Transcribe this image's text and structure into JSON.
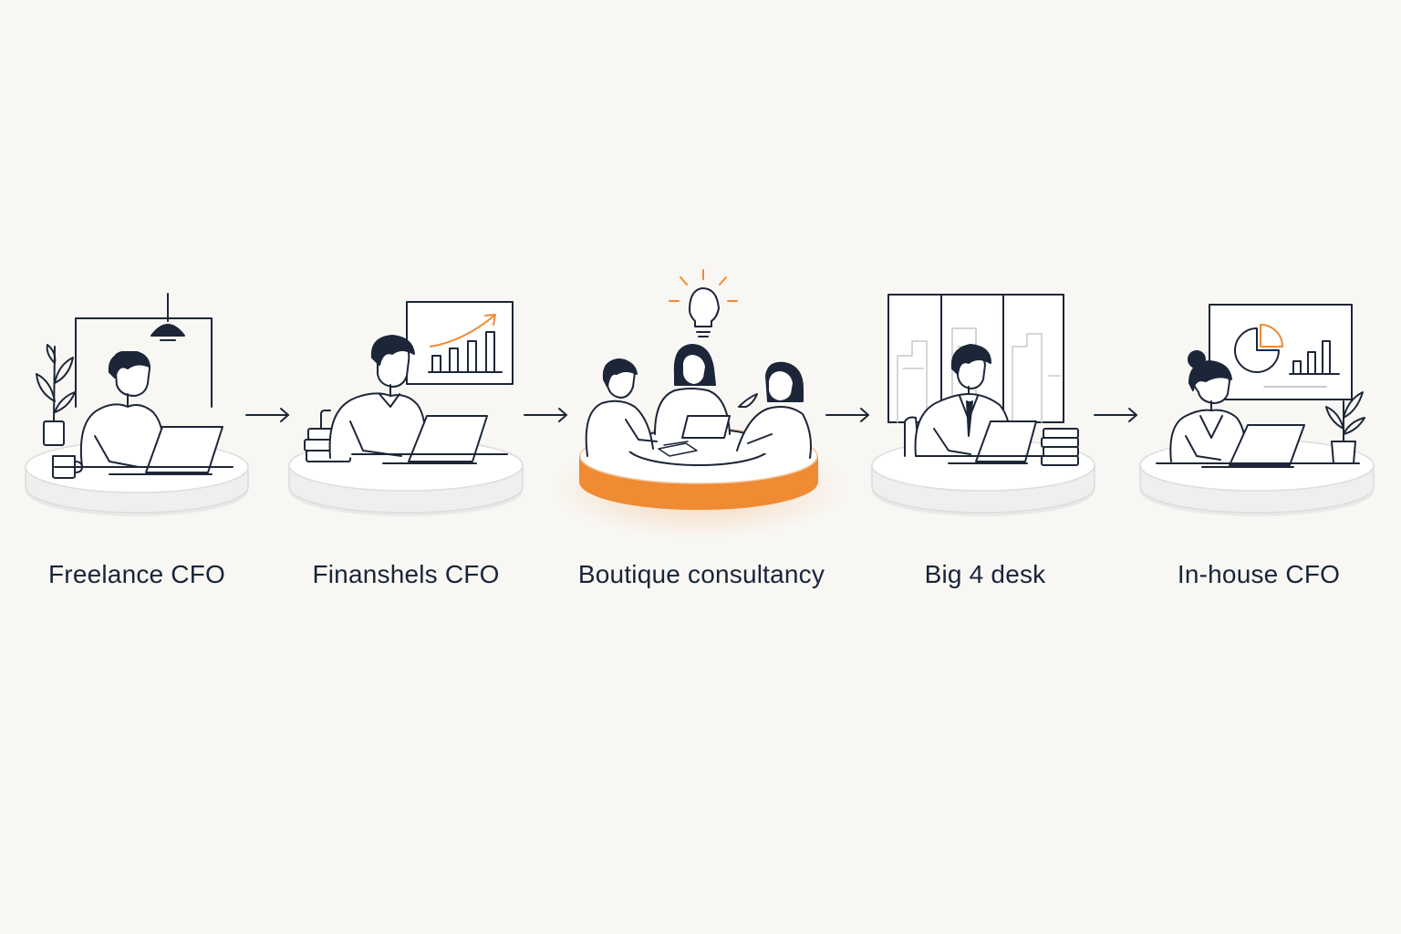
{
  "flow": {
    "steps": [
      {
        "label": "Freelance CFO",
        "scene": "freelancer-desk",
        "highlighted": false
      },
      {
        "label": "Finanshels CFO",
        "scene": "growth-chart-desk",
        "highlighted": false
      },
      {
        "label": "Boutique consultancy",
        "scene": "team-meeting",
        "highlighted": true
      },
      {
        "label": "Big 4 desk",
        "scene": "corporate-office-desk",
        "highlighted": false
      },
      {
        "label": "In-house CFO",
        "scene": "dashboard-desk",
        "highlighted": false
      }
    ],
    "connector": "arrow-right",
    "colors": {
      "background": "#f8f7f3",
      "line": "#1c2638",
      "accent": "#f08a33",
      "platform": "#ffffff",
      "platform_shadow": "#e6e6e6",
      "text": "#18243a"
    }
  }
}
